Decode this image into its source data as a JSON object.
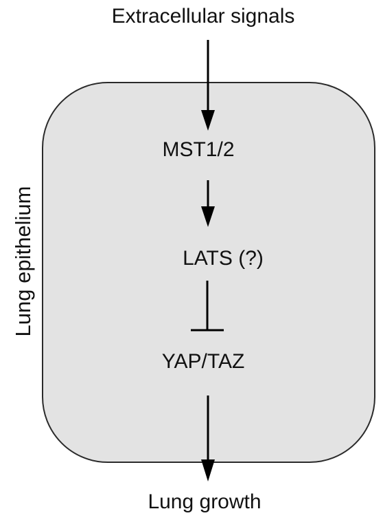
{
  "diagram": {
    "input_label": "Extracellular signals",
    "compartment_label": "Lung epithelium",
    "nodes": [
      "MST1/2",
      "LATS (?)",
      "YAP/TAZ"
    ],
    "output_label": "Lung growth",
    "edges": [
      {
        "from": "Extracellular signals",
        "to": "MST1/2",
        "type": "activation"
      },
      {
        "from": "MST1/2",
        "to": "LATS (?)",
        "type": "activation"
      },
      {
        "from": "LATS (?)",
        "to": "YAP/TAZ",
        "type": "inhibition"
      },
      {
        "from": "YAP/TAZ",
        "to": "Lung growth",
        "type": "activation"
      }
    ],
    "colors": {
      "compartment_fill": "#e3e3e3",
      "compartment_stroke": "#2a2a2a",
      "line": "#000000",
      "text": "#111111"
    }
  }
}
